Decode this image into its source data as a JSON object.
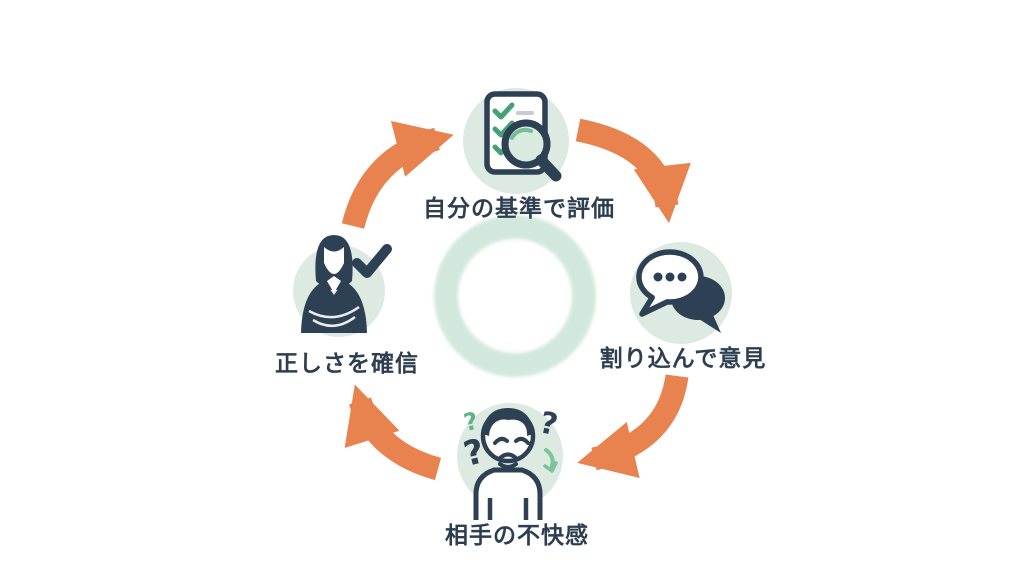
{
  "diagram": {
    "type": "cycle",
    "direction": "clockwise",
    "background_color": "#FFFFFF",
    "colors": {
      "arrow_orange": "#E8824F",
      "navy": "#2D4054",
      "label_text": "#2D3E50",
      "accent_green": "#43A173",
      "mint_node_circle": "#DCEAE1",
      "mint_center_ring": "#CBE5D6"
    },
    "center": {
      "shape": "ring",
      "color": "#CBE5D6"
    },
    "nodes": [
      {
        "position": "top",
        "label": "自分の基準で評価",
        "icon": "checklist-magnifier-icon"
      },
      {
        "position": "right",
        "label": "割り込んで意見",
        "icon": "speech-bubbles-icon"
      },
      {
        "position": "bottom",
        "label": "相手の不快感",
        "icon": "confused-person-icon"
      },
      {
        "position": "left",
        "label": "正しさを確信",
        "icon": "confident-woman-icon"
      }
    ],
    "arrows": [
      {
        "from": "top",
        "to": "right"
      },
      {
        "from": "right",
        "to": "bottom"
      },
      {
        "from": "bottom",
        "to": "left"
      },
      {
        "from": "left",
        "to": "top"
      }
    ],
    "icon_glyphs": {
      "question_mark": "?"
    }
  }
}
